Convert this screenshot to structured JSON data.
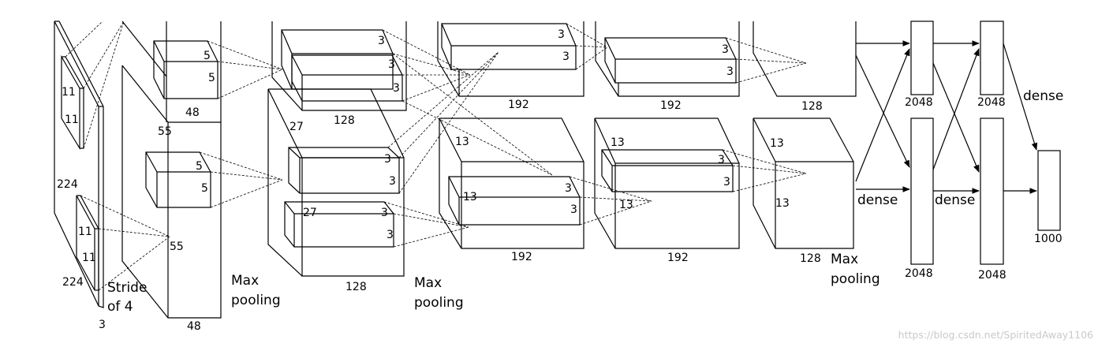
{
  "input": {
    "kernel1_h": "11",
    "kernel1_w": "11",
    "side": "224",
    "kernel2_h": "11",
    "kernel2_w": "11",
    "bottom": "224",
    "stride_1": "Stride",
    "stride_2": "of 4",
    "channels": "3"
  },
  "conv1": {
    "top_k_a": "5",
    "top_k_b": "5",
    "top_depth": "48",
    "side": "55",
    "bot_k_a": "5",
    "bot_k_b": "5",
    "bot_side": "55",
    "bot_depth": "48"
  },
  "pool1": {
    "line1": "Max",
    "line2": "pooling"
  },
  "conv2": {
    "top_k_a": "3",
    "top_k_b": "3",
    "top_k_c": "3",
    "top_depth": "128",
    "side": "27",
    "bot_k1_a": "3",
    "bot_k1_b": "3",
    "bot_k2_side": "27",
    "bot_k2_a": "3",
    "bot_k2_b": "3",
    "bot_depth": "128"
  },
  "pool2": {
    "line1": "Max",
    "line2": "pooling"
  },
  "conv3": {
    "top_k_a": "3",
    "top_k_b": "3",
    "top_depth": "192",
    "side": "13",
    "bot_k_side": "13",
    "bot_k_a": "3",
    "bot_k_b": "3",
    "bot_depth": "192"
  },
  "conv4": {
    "top_k_a": "3",
    "top_k_b": "3",
    "top_depth": "192",
    "side": "13",
    "bot_k_a": "3",
    "bot_k_b": "3",
    "bot_k_side": "13",
    "bot_depth": "192"
  },
  "conv5": {
    "top_depth": "128",
    "side": "13",
    "side2": "13",
    "bot_depth": "128"
  },
  "pool3": {
    "line1": "Max",
    "line2": "pooling"
  },
  "dense1": {
    "label": "dense",
    "top_size": "2048",
    "bot_size": "2048"
  },
  "dense2": {
    "label": "dense",
    "top_size": "2048",
    "bot_size": "2048"
  },
  "output": {
    "label": "dense",
    "size": "1000"
  },
  "watermark": "https://blog.csdn.net/SpiritedAway1106"
}
